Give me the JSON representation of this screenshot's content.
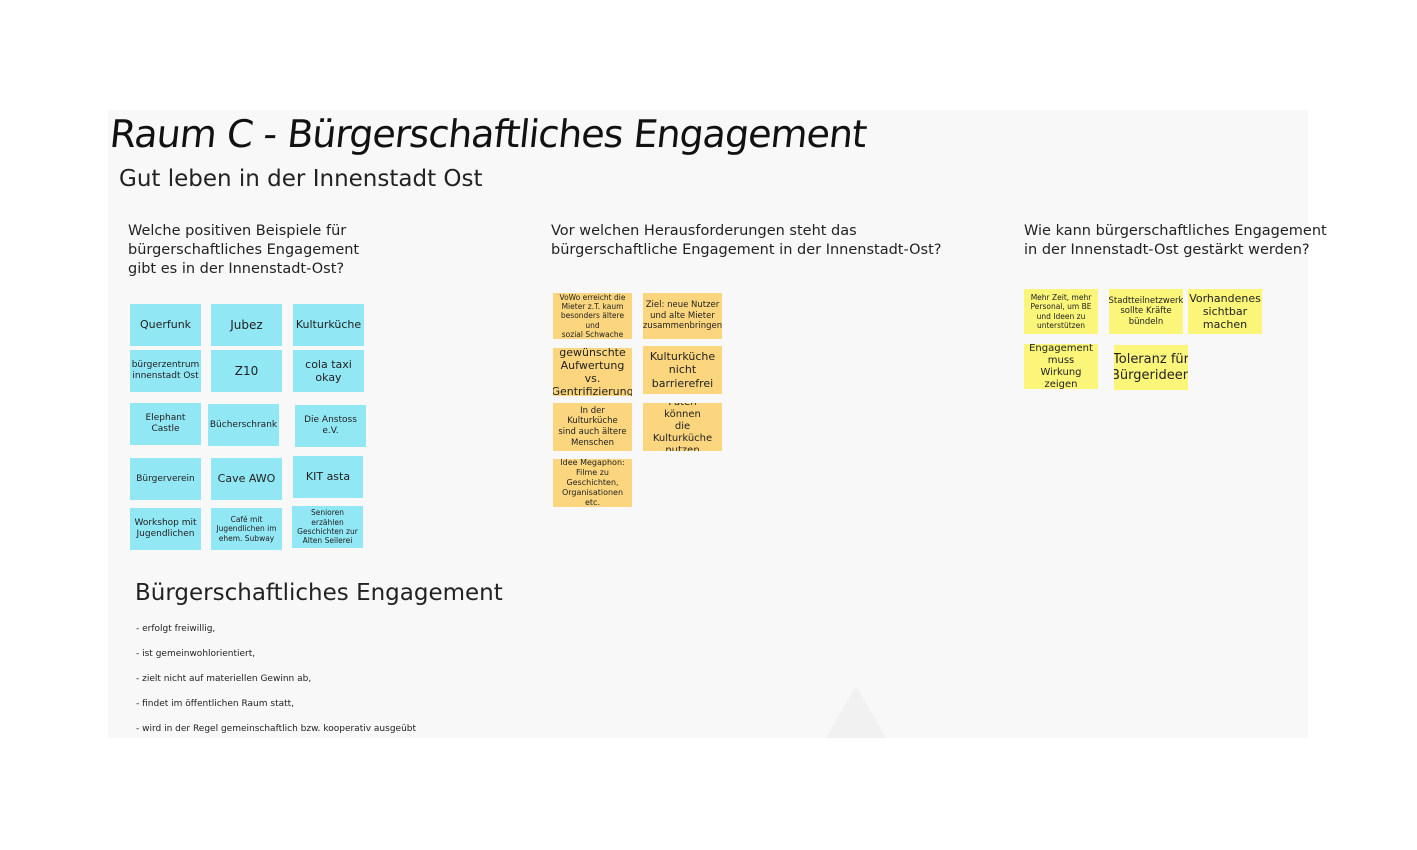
{
  "board": {
    "title": "Raum C - Bürgerschaftliches Engagement",
    "subtitle": "Gut leben in der Innenstadt Ost"
  },
  "questions": [
    {
      "lines": [
        "Welche positiven Beispiele für",
        "bürgerschaftliches Engagement",
        "gibt es in der Innenstadt-Ost?"
      ]
    },
    {
      "lines": [
        "Vor welchen Herausforderungen steht das",
        "bürgerschaftliche Engagement in der Innenstadt-Ost?"
      ]
    },
    {
      "lines": [
        "Wie kann bürgerschaftliches Engagement",
        "in der Innenstadt-Ost gestärkt werden?"
      ]
    }
  ],
  "examples": [
    {
      "lines": [
        "Querfunk"
      ]
    },
    {
      "lines": [
        "Jubez"
      ]
    },
    {
      "lines": [
        "Kulturküche"
      ]
    },
    {
      "lines": [
        "bürgerzentrum",
        "innenstadt Ost"
      ]
    },
    {
      "lines": [
        "Z10"
      ]
    },
    {
      "lines": [
        "cola taxi",
        "okay"
      ]
    },
    {
      "lines": [
        "Elephant",
        "Castle"
      ]
    },
    {
      "lines": [
        "Bücherschrank"
      ]
    },
    {
      "lines": [
        "Die Anstoss",
        "e.V."
      ]
    },
    {
      "lines": [
        "Bürgerverein"
      ]
    },
    {
      "lines": [
        "Cave AWO"
      ]
    },
    {
      "lines": [
        "KIT asta"
      ]
    },
    {
      "lines": [
        "Workshop mit",
        "Jugendlichen"
      ]
    },
    {
      "lines": [
        "Café mit",
        "Jugendlichen im",
        "ehem. Subway"
      ]
    },
    {
      "lines": [
        "Senioren erzählen",
        "Geschichten zur",
        "Alten Seilerei"
      ]
    }
  ],
  "challenges": [
    {
      "lines": [
        "VoWo erreicht die",
        "Mieter z.T. kaum",
        "besonders ältere und",
        "sozial Schwache"
      ]
    },
    {
      "lines": [
        "Ziel: neue Nutzer",
        "und alte Mieter",
        "zusammenbringen"
      ]
    },
    {
      "lines": [
        "gewünschte",
        "Aufwertung vs.",
        "Gentrifizierung"
      ]
    },
    {
      "lines": [
        "Kulturküche",
        "nicht",
        "barrierefrei"
      ]
    },
    {
      "lines": [
        "In der Kulturküche",
        "sind auch ältere",
        "Menschen"
      ]
    },
    {
      "lines": [
        "\"Paten\" können",
        "die Kulturküche",
        "nutzen"
      ]
    },
    {
      "lines": [
        "Idee Megaphon:",
        "Filme zu",
        "Geschichten,",
        "Organisationen etc."
      ]
    }
  ],
  "ideas": [
    {
      "lines": [
        "Mehr Zeit, mehr",
        "Personal, um BE",
        "und Ideen zu",
        "unterstützen"
      ]
    },
    {
      "lines": [
        "Stadtteilnetzwerk",
        "sollte Kräfte",
        "bündeln"
      ]
    },
    {
      "lines": [
        "Vorhandenes",
        "sichtbar",
        "machen"
      ]
    },
    {
      "lines": [
        "Engagement",
        "muss Wirkung",
        "zeigen"
      ]
    },
    {
      "lines": [
        "Toleranz für",
        "Bürgerideen"
      ]
    }
  ],
  "definition": {
    "heading": "Bürgerschaftliches Engagement",
    "items": [
      "- erfolgt freiwillig,",
      "- ist gemeinwohlorientiert,",
      "- zielt nicht auf materiellen Gewinn ab,",
      "- findet im öffentlichen Raum statt,",
      "- wird in der Regel gemeinschaftlich bzw. kooperativ ausgeübt"
    ]
  },
  "colors": {
    "board": "#f8f8f8",
    "sticky_cyan": "#92e7f5",
    "sticky_orange": "#fbd67e",
    "sticky_yellow": "#fbf57a"
  }
}
